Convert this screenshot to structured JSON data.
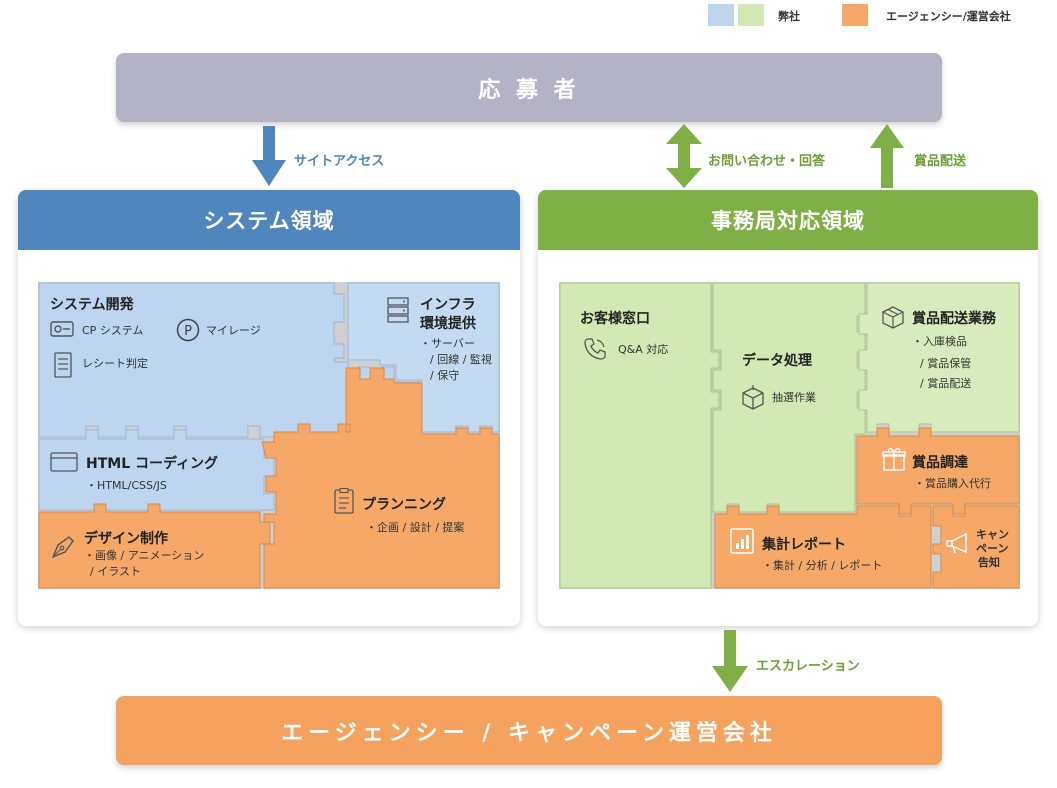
{
  "legend": {
    "company_label": "弊社",
    "agency_label": "エージェンシー/運営会社",
    "colors": {
      "blue": "#bdd5ef",
      "green": "#d3e9b4",
      "orange": "#f5a868"
    }
  },
  "top_bar": {
    "label": "応 募 者"
  },
  "bottom_bar": {
    "label": "エージェンシー / キャンペーン運営会社"
  },
  "arrows": {
    "site_access": "サイトアクセス",
    "inquiry": "お問い合わせ・回答",
    "prize_delivery": "賞品配送",
    "escalation": "エスカレーション"
  },
  "system_panel": {
    "title": "システム領域",
    "dev": {
      "title": "システム開発",
      "cp": "CP システム",
      "mileage": "マイレージ",
      "receipt": "レシート判定"
    },
    "infra": {
      "title_1": "インフラ",
      "title_2": "環境提供",
      "sub_1": "・サーバー",
      "sub_2": "/ 回線 / 監視",
      "sub_3": "/ 保守"
    },
    "html": {
      "title": "HTML コーディング",
      "sub": "・HTML/CSS/JS"
    },
    "design": {
      "title": "デザイン制作",
      "sub_1": "・画像 / アニメーション",
      "sub_2": "/ イラスト"
    },
    "planning": {
      "title": "プランニング",
      "sub": "・企画 / 設計 / 提案"
    }
  },
  "office_panel": {
    "title": "事務局対応領域",
    "customer": {
      "title": "お客様窓口",
      "sub": "Q&A 対応"
    },
    "data": {
      "title": "データ処理",
      "sub": "抽選作業"
    },
    "prize_ops": {
      "title": "賞品配送業務",
      "sub_1": "・入庫検品",
      "sub_2": "/ 賞品保管",
      "sub_3": "/ 賞品配送"
    },
    "procure": {
      "title": "賞品調達",
      "sub": "・賞品購入代行"
    },
    "report": {
      "title": "集計レポート",
      "sub": "・集計 / 分析 / レポート"
    },
    "campaign": {
      "line_1": "キャン",
      "line_2": "ペーン",
      "line_3": "告知"
    }
  }
}
